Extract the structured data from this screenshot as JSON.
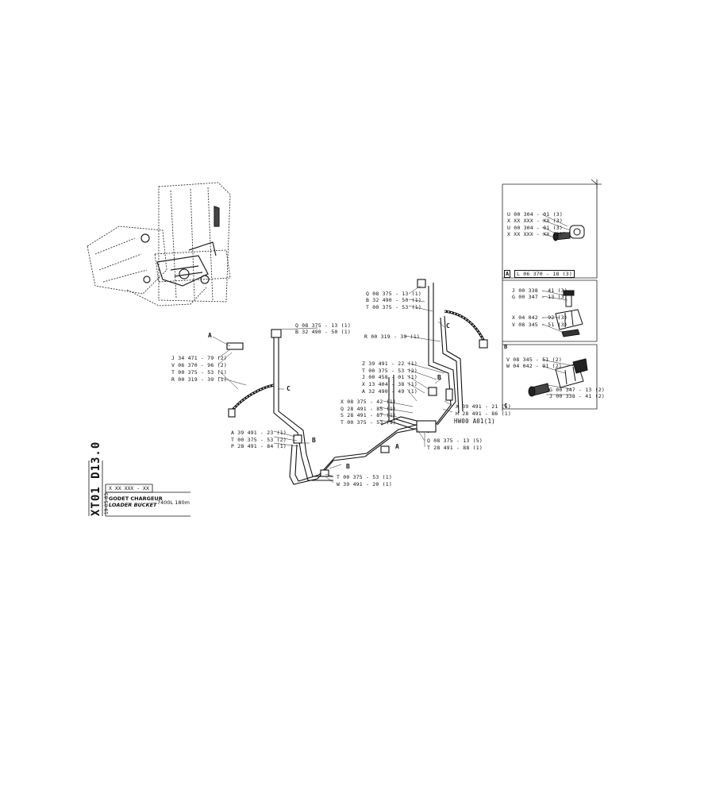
{
  "labels": {
    "upper_left": [
      "Q 08 375 - 13 (1)",
      "B 32 490 - 50 (1)"
    ],
    "left": [
      "J 34 471 - 79 (2)",
      "V 06 370 - 96 (2)",
      "T 00 375 - 53 (1)",
      "R 00 319 - 39 (1)"
    ],
    "lower_left": [
      "A 39 491 - 23 (1)",
      "T 00 375 - 53 (2)",
      "P 28 491 - 84 (1)"
    ],
    "bottom": [
      "T 00 375 - 53 (1)",
      "W 39 491 - 20 (1)"
    ],
    "upper_right": [
      "Q 08 375 - 13 (1)",
      "B 32 490 - 50 (1)",
      "T 00 375 - 53 (1)"
    ],
    "r_hose": "R 00 319 - 39 (1)",
    "middle": [
      "Z 39 491 - 22 (1)",
      "T 00 375 - 53 (2)",
      "J 00 458 - 01 (1)",
      "X 13 404 - 38 (1)",
      "A 32 490 - 49 (1)"
    ],
    "middle_lower": [
      "X 08 375 - 42 (1)",
      "Q 28 491 - 85 (1)",
      "S 28 491 - 87 (1)",
      "T 00 375 - 53 (1)"
    ],
    "right_mid": [
      "X 39 491 - 21 (1)",
      "H 28 491 - 86 (1)",
      "HW00 A01(1)"
    ],
    "right_low": [
      "Q 08 375 - 13 (5)",
      "T 28 491 - 88 (1)"
    ],
    "callout_a": "A",
    "callout_b": "B",
    "callout_c": "C"
  },
  "detail_a": {
    "letter": "A",
    "items": [
      "U 00 304 - 01 (3)",
      "X XX XXX - XX (3)",
      "U 00 304 - 01 (3)",
      "X XX XXX - XX (3)"
    ],
    "ref": "L 06 370 - 18 (3)"
  },
  "detail_b": {
    "letter": "B",
    "items": [
      "J 00 338 - 41 (3)",
      "G 00 347 - 13 (3)",
      "X 04 042 - 92 (3)",
      "V 08 345 - 51 (3)"
    ]
  },
  "detail_c": {
    "letter": "C",
    "items": [
      "V 08 345 - 51 (2)",
      "W 04 042 - 91 (2)",
      "G 00 347 - 13 (2)",
      "J 00 338 - 41 (2)"
    ]
  },
  "title_block": {
    "code": "XT01 D13.0",
    "date": "19-05-83",
    "part_no": "X XX XXX - XX",
    "title_fr": "GODET CHARGEUR",
    "title_en": "LOADER BUCKET",
    "spec": "7400L  180m"
  }
}
